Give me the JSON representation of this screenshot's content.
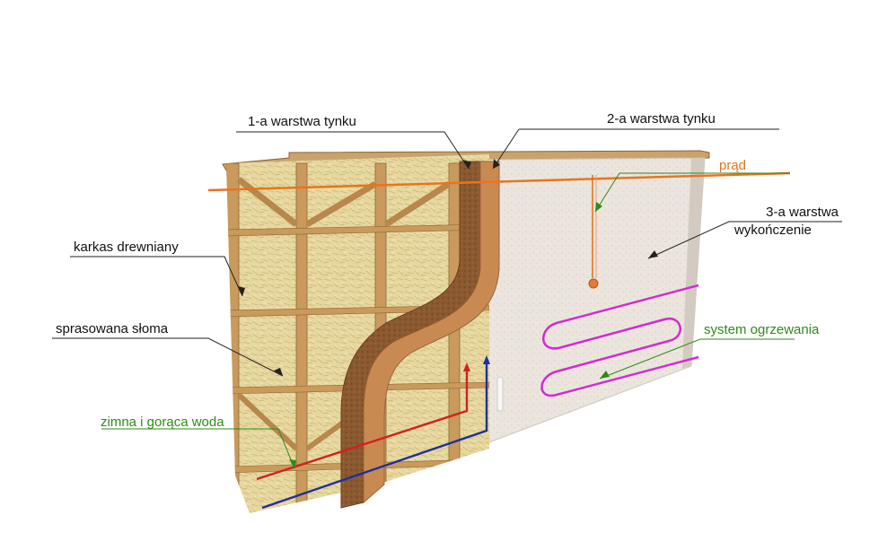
{
  "labels": {
    "plaster1": "1-a warstwa tynku",
    "plaster2": "2-a warstwa tynku",
    "power": "prąd",
    "finish_line1": "3-a warstwa",
    "finish_line2": "wykończenie",
    "frame": "karkas drewniany",
    "straw": "sprasowana słoma",
    "heating": "system ogrzewania",
    "water": "zimna i gorąca woda"
  },
  "colors": {
    "label_default": "#111111",
    "label_green": "#2f8a19",
    "label_orange": "#e2741c",
    "leader_dark": "#222222",
    "leader_green": "#2f8a19",
    "power_cable": "#e8741e",
    "heating_pipe": "#d22bd0",
    "cold_water": "#1c2fa0",
    "hot_water": "#d32020",
    "straw": "#e7d9a2",
    "timber": "#c99a5c",
    "plaster_brown": "#8b5a2f",
    "plaster_orange": "#c98a52",
    "finish_plaster": "#ece6df"
  }
}
